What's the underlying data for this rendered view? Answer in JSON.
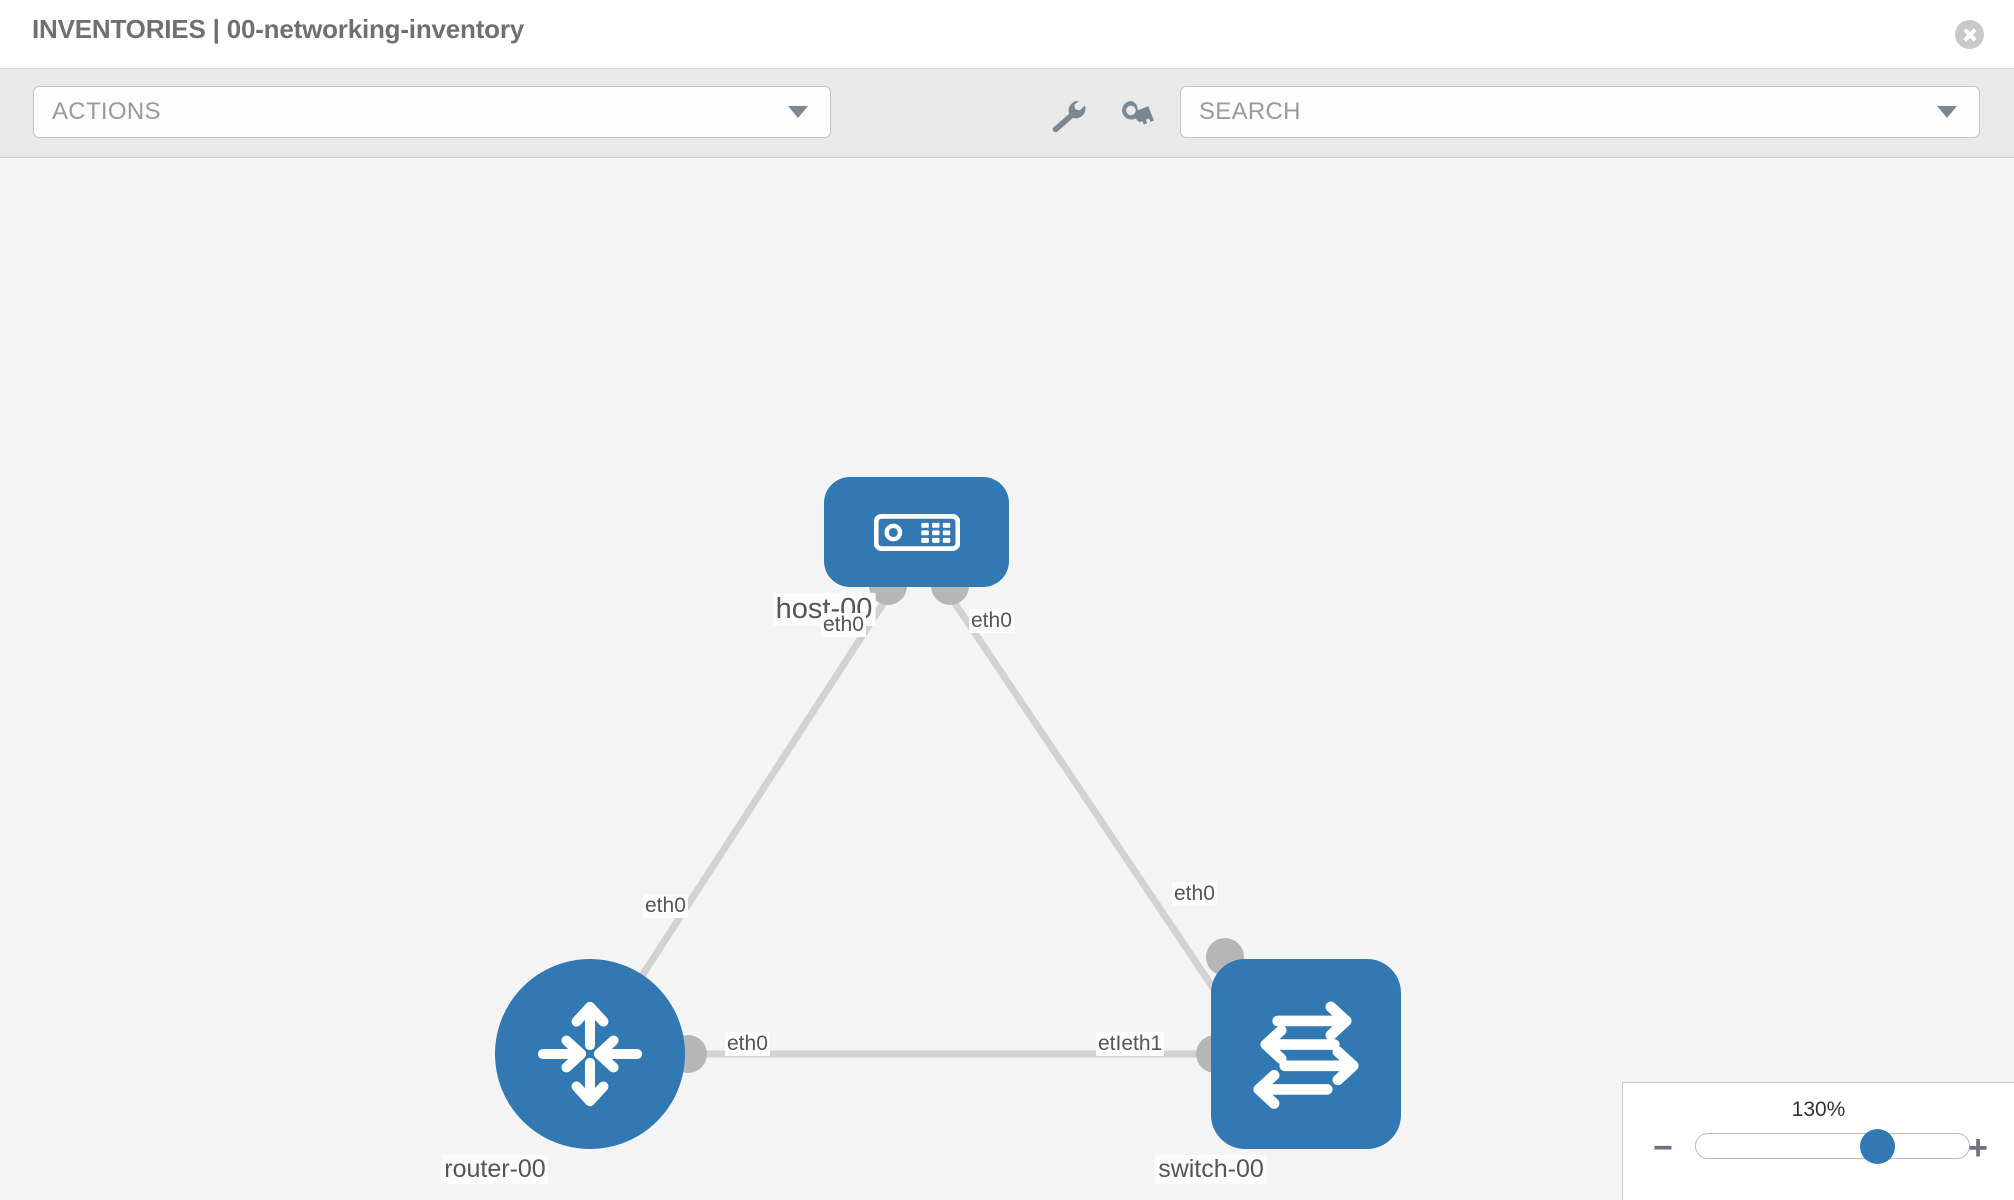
{
  "header": {
    "title": "INVENTORIES | 00-networking-inventory",
    "close_icon": "close-icon"
  },
  "toolbar": {
    "actions_label": "ACTIONS",
    "actions_caret": "chevron-down-icon",
    "wrench_icon": "wrench-icon",
    "key_icon": "key-icon",
    "search_placeholder": "SEARCH",
    "search_value": "SEARCH",
    "search_caret": "chevron-down-icon"
  },
  "topology": {
    "nodes": [
      {
        "id": "host-00",
        "label": "host-00",
        "type": "host",
        "icon": "server-icon",
        "shape": "rounded-rect",
        "color": "#3279b3"
      },
      {
        "id": "router-00",
        "label": "router-00",
        "type": "router",
        "icon": "four-way-arrows-icon",
        "shape": "circle",
        "color": "#3279b3"
      },
      {
        "id": "switch-00",
        "label": "switch-00",
        "type": "switch",
        "icon": "switch-arrows-icon",
        "shape": "rounded-square",
        "color": "#3279b3"
      }
    ],
    "edge_labels": {
      "host_left": "eth0",
      "host_right": "eth0",
      "router_up": "eth0",
      "switch_up": "eth0",
      "router_right": "eth0",
      "switch_left": "etIeth1"
    },
    "edges": [
      {
        "from": "host-00",
        "from_port": "eth0",
        "to": "router-00",
        "to_port": "eth0"
      },
      {
        "from": "host-00",
        "from_port": "eth0",
        "to": "switch-00",
        "to_port": "eth0"
      },
      {
        "from": "router-00",
        "from_port": "eth0",
        "to": "switch-00",
        "to_port": "eth1"
      }
    ],
    "edge_color": "#d2d2d2",
    "port_color": "#b6b6b6"
  },
  "zoom_control": {
    "level": "130%",
    "minus_label": "−",
    "plus_label": "+"
  }
}
